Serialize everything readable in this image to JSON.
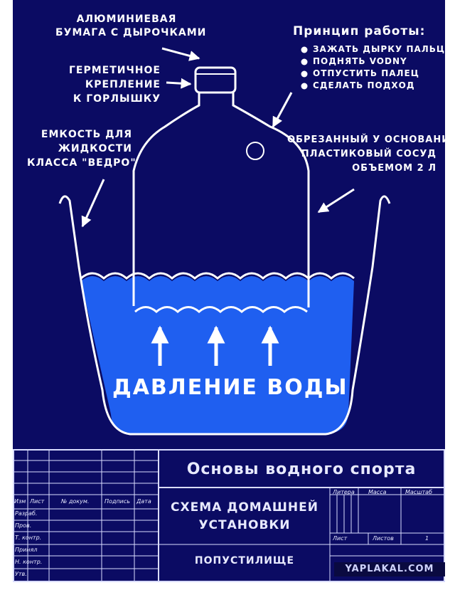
{
  "labels": {
    "foil": [
      "АЛЮМИНИЕВАЯ",
      "БУМАГА С ДЫРОЧКАМИ"
    ],
    "seal": [
      "ГЕРМЕТИЧНОЕ",
      "КРЕПЛЕНИЕ",
      "К ГОРЛЫШКУ"
    ],
    "bucket": [
      "ЕМКОСТЬ ДЛЯ",
      "ЖИДКОСТИ",
      "КЛАССА \"ВЕДРО\""
    ],
    "bottle": [
      "ОБРЕЗАННЫЙ У ОСНОВАНИЯ",
      "ПЛАСТИКОВЫЙ СОСУД",
      "ОБЪЕМОМ 2 Л"
    ],
    "pressure": "ДАВЛЕНИЕ ВОДЫ"
  },
  "principle": {
    "title": "Принцип работы:",
    "steps": [
      "ЗАЖАТЬ ДЫРКУ ПАЛЬЦЕМ",
      "ПОДНЯТЬ VODNY",
      "ОТПУСТИТЬ ПАЛЕЦ",
      "СДЕЛАТЬ ПОДХОД"
    ]
  },
  "title_block": {
    "main_title": "Основы водного спорта",
    "subtitle": [
      "СХЕМА ДОМАШНЕЙ",
      "УСТАНОВКИ"
    ],
    "org": "ПОПУСТИЛИЩЕ",
    "header_cols": [
      "Изм",
      "Лист",
      "№ докум.",
      "Подпись",
      "Дата"
    ],
    "roles": [
      "Разраб.",
      "Пров.",
      "Т. контр.",
      "Принял",
      "Н. контр.",
      "Утв."
    ],
    "right_cols": [
      "Литера",
      "Масса",
      "Масштаб"
    ],
    "sheet_label": "Лист",
    "sheets_label": "Листов",
    "sheets_value": "1"
  },
  "watermark": "YAPLAKAL.COM",
  "colors": {
    "background": "#0b0b63",
    "water": "#1f5ff0",
    "lines": "#ffffff"
  }
}
